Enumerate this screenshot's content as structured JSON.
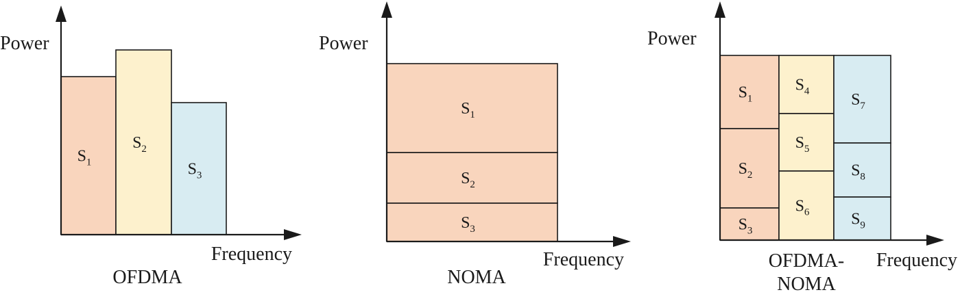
{
  "colors": {
    "orange": "#f9d5bd",
    "yellow": "#fdf1cd",
    "blue": "#d8ecf2",
    "stroke": "#1a1a1a"
  },
  "panels": [
    {
      "id": "ofdma",
      "y_axis_label": "Power",
      "x_axis_label": "Frequency",
      "caption": [
        "OFDMA"
      ],
      "blocks": [
        {
          "base": "S",
          "sub": "1",
          "color": "orange"
        },
        {
          "base": "S",
          "sub": "2",
          "color": "yellow"
        },
        {
          "base": "S",
          "sub": "3",
          "color": "blue"
        }
      ]
    },
    {
      "id": "noma",
      "y_axis_label": "Power",
      "x_axis_label": "Frequency",
      "caption": [
        "NOMA"
      ],
      "blocks": [
        {
          "base": "S",
          "sub": "1",
          "color": "orange"
        },
        {
          "base": "S",
          "sub": "2",
          "color": "orange"
        },
        {
          "base": "S",
          "sub": "3",
          "color": "orange"
        }
      ]
    },
    {
      "id": "ofdma-noma",
      "y_axis_label": "Power",
      "x_axis_label": "Frequency",
      "caption": [
        "OFDMA-",
        "NOMA"
      ],
      "blocks": [
        {
          "base": "S",
          "sub": "1",
          "color": "orange"
        },
        {
          "base": "S",
          "sub": "2",
          "color": "orange"
        },
        {
          "base": "S",
          "sub": "3",
          "color": "orange"
        },
        {
          "base": "S",
          "sub": "4",
          "color": "yellow"
        },
        {
          "base": "S",
          "sub": "5",
          "color": "yellow"
        },
        {
          "base": "S",
          "sub": "6",
          "color": "yellow"
        },
        {
          "base": "S",
          "sub": "7",
          "color": "blue"
        },
        {
          "base": "S",
          "sub": "8",
          "color": "blue"
        },
        {
          "base": "S",
          "sub": "9",
          "color": "blue"
        }
      ]
    }
  ]
}
